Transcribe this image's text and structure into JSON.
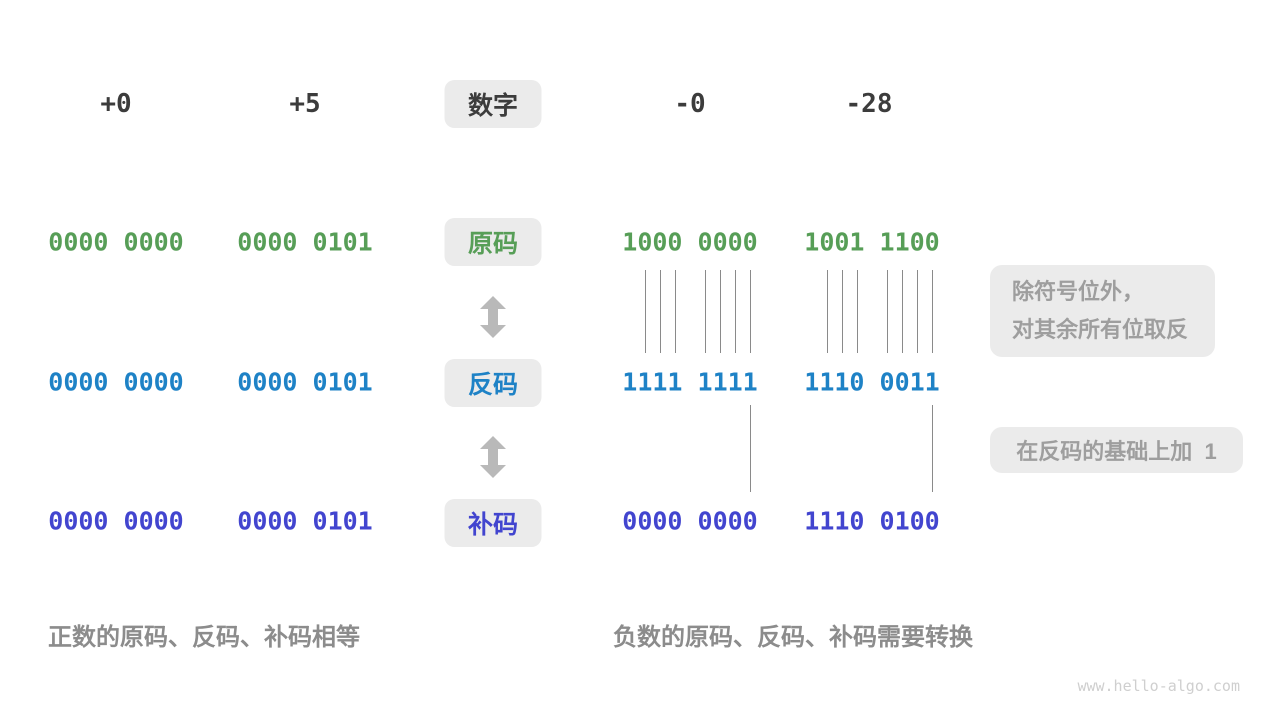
{
  "columns": {
    "headers": [
      "+0",
      "+5",
      "-0",
      "-28"
    ]
  },
  "row_labels": {
    "number": "数字",
    "sign_magnitude": "原码",
    "ones_complement": "反码",
    "twos_complement": "补码"
  },
  "values": {
    "sign_magnitude": [
      "0000 0000",
      "0000 0101",
      "1000 0000",
      "1001 1100"
    ],
    "ones_complement": [
      "0000 0000",
      "0000 0101",
      "1111 1111",
      "1110 0011"
    ],
    "twos_complement": [
      "0000 0000",
      "0000 0101",
      "0000 0000",
      "1110 0100"
    ]
  },
  "annotations": {
    "invert_note_line1": "除符号位外，",
    "invert_note_line2": "对其余所有位取反",
    "add_one_note": "在反码的基础上加  1"
  },
  "captions": {
    "positive": "正数的原码、反码、补码相等",
    "negative": "负数的原码、反码、补码需要转换"
  },
  "watermark": "www.hello-algo.com",
  "icons": {
    "up_down_arrow": "double-headed vertical arrow"
  },
  "colors": {
    "header_text": "#3c3c3c",
    "sign_magnitude": "#579e57",
    "ones_complement": "#1e82c6",
    "twos_complement": "#4245cf",
    "label_box_bg": "#ebebeb",
    "note_text": "#9e9e9e",
    "caption_text": "#8c8c8c",
    "arrow": "#b9b9b9",
    "tick_line": "#8a8a8a",
    "watermark": "#cfcfcf"
  }
}
